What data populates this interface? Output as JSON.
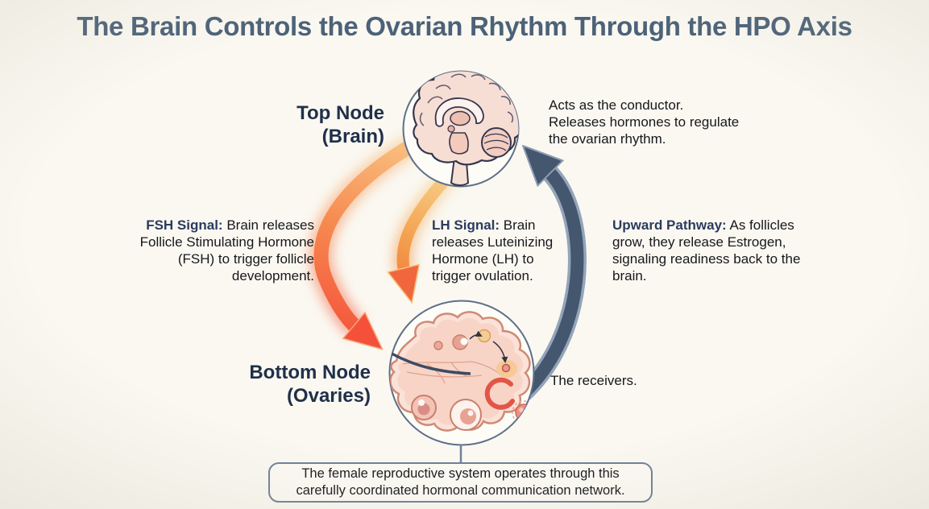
{
  "title": "The Brain Controls the Ovarian Rhythm Through the HPO Axis",
  "top_node": {
    "label": "Top Node\n(Brain)",
    "icon": "brain-illustration",
    "description": "Acts as the conductor.\nReleases hormones to regulate the ovarian rhythm."
  },
  "bottom_node": {
    "label": "Bottom Node\n(Ovaries)",
    "icon": "ovary-illustration",
    "description": "The receivers."
  },
  "pathways": {
    "fsh": {
      "lead": "FSH Signal:",
      "text": "Brain releases Follicle Stimulating Hormone (FSH) to trigger follicle development.",
      "direction": "brain-to-ovaries"
    },
    "lh": {
      "lead": "LH Signal:",
      "text": "Brain releases Luteinizing Hormone (LH) to trigger ovulation.",
      "direction": "brain-to-ovaries"
    },
    "upward": {
      "lead": "Upward Pathway:",
      "text": "As follicles grow, they release Estrogen, signaling readiness back to the brain.",
      "direction": "ovaries-to-brain"
    }
  },
  "caption": "The female reproductive system operates through this carefully coordinated hormonal communication network.",
  "colors": {
    "background": "#faf8f1",
    "title": "#4b6278",
    "node_label": "#20304a",
    "body_text": "#17181c",
    "lead_text": "#2c3c5e",
    "circle_border": "#5d6f88",
    "fsh_arrow_start": "#f9bc7d",
    "fsh_arrow_end": "#f4503a",
    "lh_arrow_start": "#f7cd87",
    "lh_arrow_end": "#ef7233",
    "upward_arrow": "#45566f",
    "caption_border": "#6e8096"
  }
}
